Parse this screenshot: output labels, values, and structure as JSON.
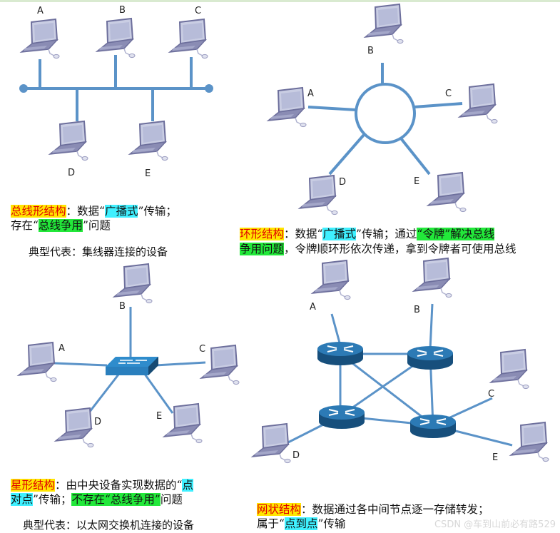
{
  "bus": {
    "nodes": [
      "A",
      "B",
      "C",
      "D",
      "E"
    ],
    "caption": {
      "p1": "总线形结构",
      "p2": "：数据“",
      "p3": "广播式",
      "p4": "”传输；",
      "p5": "存在“",
      "p6": "总线争用",
      "p7": "”问题"
    },
    "representative": "典型代表：集线器连接的设备"
  },
  "ring": {
    "nodes": [
      "A",
      "B",
      "C",
      "D",
      "E"
    ],
    "caption": {
      "p1": "环形结构",
      "p2": "：数据“",
      "p3": "广播式",
      "p4": "”传输；通过",
      "p5": "“令牌”",
      "p6": "解决总线",
      "p7": "争用问题",
      "p8": "，令牌顺环形依次传递，拿到令牌者可使用总线"
    }
  },
  "star": {
    "nodes": [
      "A",
      "B",
      "C",
      "D",
      "E"
    ],
    "caption": {
      "p1": "星形结构",
      "p2": "：由中央设备实现数据的“",
      "p3": "点",
      "p4": "对点",
      "p5": "”传输；",
      "p6": "不存在“总线争用”",
      "p7": "问题"
    },
    "representative": "典型代表：以太网交换机连接的设备"
  },
  "mesh": {
    "nodes": [
      "A",
      "B",
      "C",
      "D",
      "E"
    ],
    "caption": {
      "p1": "网状结构",
      "p2": "：数据通过各中间节点逐一存储转发；",
      "p3": "属于“",
      "p4": "点到点",
      "p5": "”传输"
    }
  },
  "watermark": "CSDN @车到山前必有路529",
  "colors": {
    "link": "#5b93c8",
    "laptop_frame": "#7d7fa8",
    "laptop_screen": "#c9cde3",
    "router": "#1d5f94",
    "switch": "#2a86c4",
    "highlight_yellow": "#ffe600",
    "highlight_cyan": "#3ff0ff",
    "highlight_green": "#22e83a"
  }
}
